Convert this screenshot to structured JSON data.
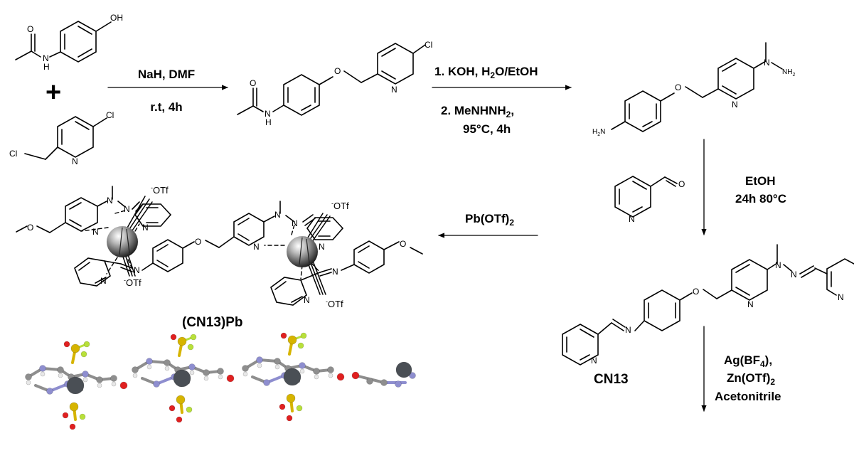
{
  "atoms": {
    "O": "O",
    "N": "N",
    "H": "H",
    "OH": "OH",
    "Cl": "Cl",
    "NH2": "NH",
    "NH2_sub": "2",
    "H2N": "H",
    "H2N_sub": "2",
    "H2N_tail": "N",
    "OTf": "OTf",
    "minus": "-"
  },
  "plus": "+",
  "step1": {
    "line1": "NaH, DMF",
    "line2": "r.t, 4h"
  },
  "step2": {
    "line1": "1. KOH, H",
    "line1_sub": "2",
    "line1_tail": "O/EtOH",
    "line2": "2. MeNHNH",
    "line2_sub": "2",
    "line2_tail": ",",
    "line3": "95°C, 4h"
  },
  "step3": {
    "line1": "EtOH",
    "line2": "24h 80°C"
  },
  "step4": {
    "line1": "Pb(OTf)",
    "line1_sub": "2"
  },
  "step5": {
    "line1": "Ag(BF",
    "line1_sub": "4",
    "line1_tail": "),",
    "line2": "Zn(OTf)",
    "line2_sub": "2",
    "line3": "Acetonitrile"
  },
  "labels": {
    "cn13": "CN13",
    "complex": "(CN13)Pb"
  },
  "colors": {
    "metal": "#4a4f55",
    "carbon": "#8e8e8e",
    "nitrogen": "#8e8ecf",
    "oxygen": "#e02020",
    "sulfur": "#d6b400",
    "fluorine": "#b8e03a",
    "hydrogen": "#e8e8e8"
  }
}
